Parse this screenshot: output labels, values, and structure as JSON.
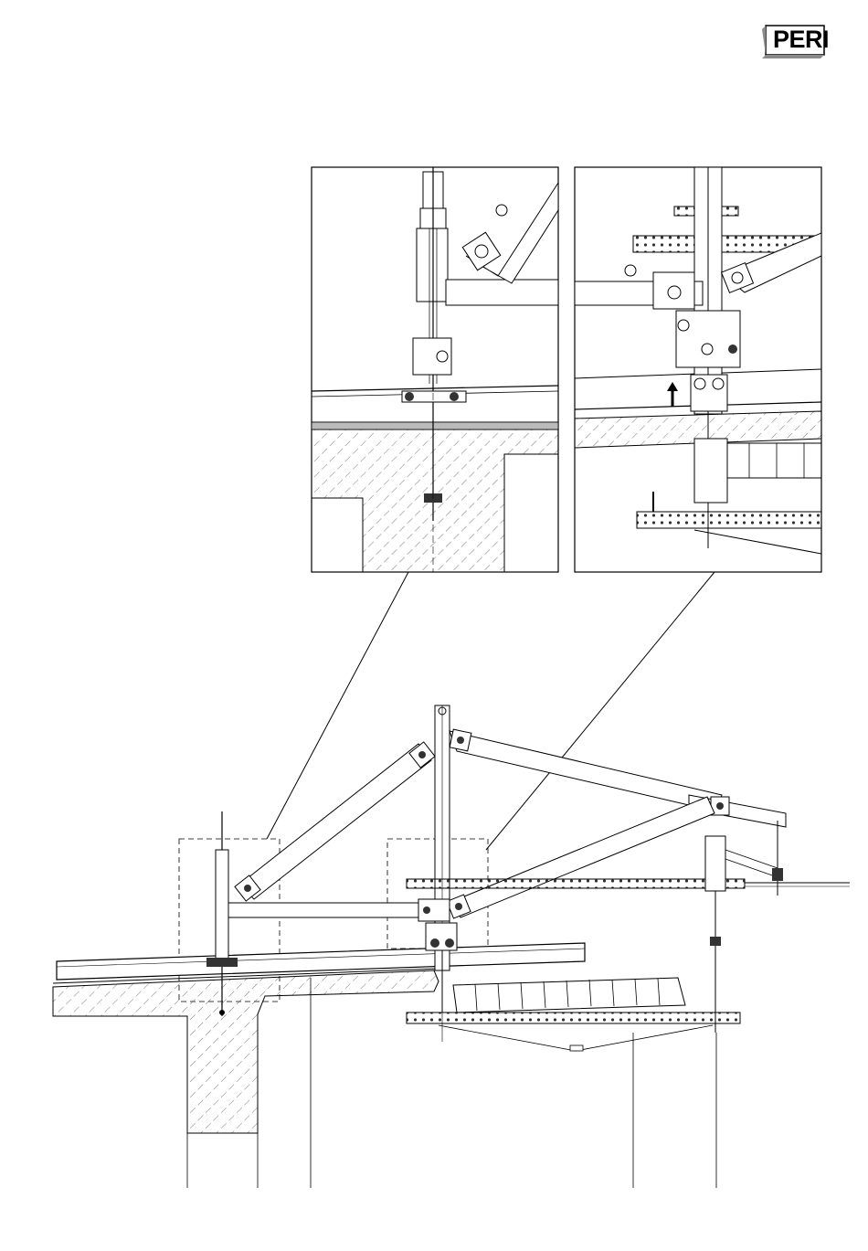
{
  "brand": {
    "name": "PERI",
    "color": "#000000",
    "shadow_color": "#8a8a8a"
  },
  "drawing": {
    "line_color": "#222222",
    "hatch_color": "#444444",
    "detail_views": [
      "detail-left",
      "detail-right"
    ]
  }
}
